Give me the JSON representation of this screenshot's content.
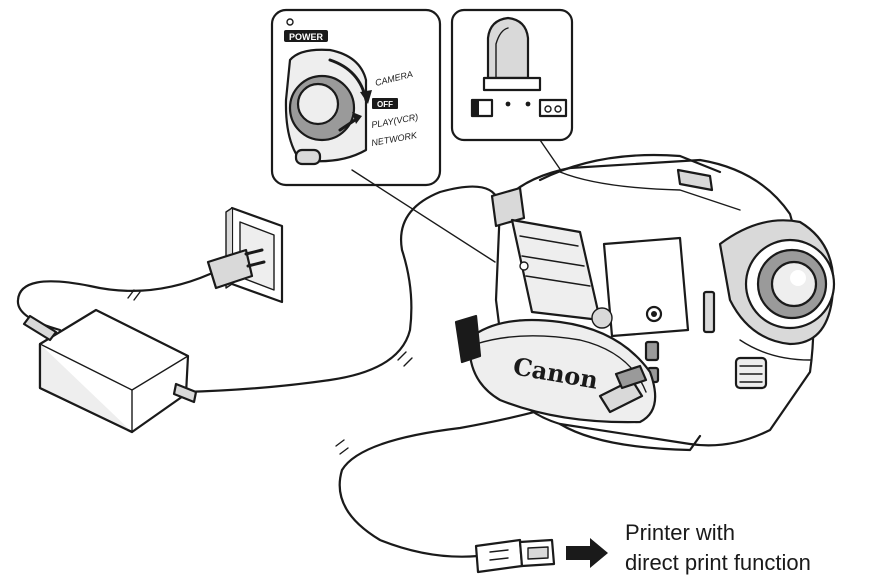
{
  "inset_dial": {
    "power_label": "POWER",
    "modes": [
      "CAMERA",
      "OFF",
      "PLAY(VCR)",
      "NETWORK"
    ]
  },
  "camera_brand": "Canon",
  "printer_caption": {
    "line1": "Printer with",
    "line2": "direct print function"
  }
}
